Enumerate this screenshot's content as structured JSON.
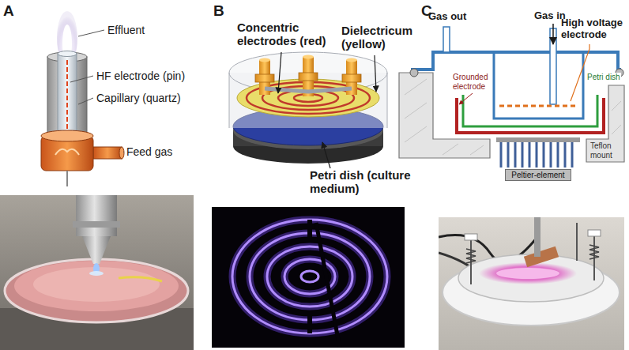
{
  "diagram": {
    "nodes": [
      {
        "text": [
          "Peltier-element"
        ]
      }
    ],
    "labels": [
      "A",
      "B",
      "C",
      "Effluent",
      "HF electrode (pin)",
      "Capillary (quartz)",
      "Feed gas",
      "Concentric electrodes (red)",
      "Dielectricum (yellow)",
      "Petri dish (culture medium)",
      "Gas out",
      "Gas in",
      "High voltage electrode",
      "Grounded electrode",
      "Petri dish",
      "Teflon mount"
    ]
  }
}
